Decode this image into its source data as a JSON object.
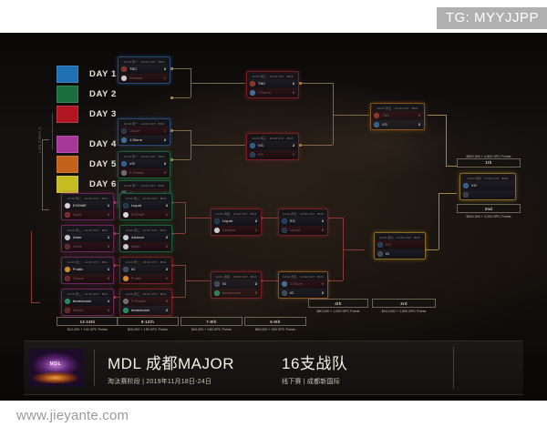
{
  "watermark": {
    "tg_tag": "TG: MYYJJPP",
    "site_url": "www.jieyante.com"
  },
  "legend": {
    "days": [
      {
        "label": "DAY 1",
        "color": "#1f6fb5"
      },
      {
        "label": "DAY 2",
        "color": "#1a6e3c"
      },
      {
        "label": "DAY 3",
        "color": "#b01521"
      },
      {
        "label": "DAY 4",
        "color": "#a8379a"
      },
      {
        "label": "DAY 5",
        "color": "#c4621a"
      },
      {
        "label": "DAY 6",
        "color": "#c5bc22"
      }
    ],
    "group_note": "LAN FINALS"
  },
  "banner": {
    "logo_text": "MDL",
    "title": "MDL 成都MAJOR",
    "subtitle": "淘汰赛阶段  |  2019年11月18日-24日",
    "teams_title": "16支战队",
    "teams_subtitle": "线下赛  |  成都新国际"
  },
  "matches": {
    "ub_r1_m1": {
      "header": "11/18 周一 · 14:00 CST · BO3",
      "teams": [
        {
          "name": "TNC",
          "score": "2",
          "result": "winner"
        },
        {
          "name": "Alliance",
          "score": "1",
          "result": "loser"
        }
      ]
    },
    "ub_r1_m2": {
      "header": "11/18 周一 · 11:00 CST · BO3",
      "teams": [
        {
          "name": "Liquid",
          "score": "1",
          "result": "loser"
        },
        {
          "name": "J.Storm",
          "score": "2",
          "result": "winner"
        }
      ]
    },
    "ub_r1_m3": {
      "header": "11/18 周一 · 14:00 CST · BO3",
      "teams": [
        {
          "name": "VG",
          "score": "2",
          "result": "winner"
        },
        {
          "name": "F-Panda",
          "score": "0",
          "result": "loser"
        }
      ]
    },
    "ub_r1_m4": {
      "header": "11/18 周一 · 11:00 CST · BO3",
      "teams": [
        {
          "name": "IG",
          "score": "0",
          "result": "loser"
        },
        {
          "name": "EG",
          "score": "2",
          "result": "winner"
        }
      ]
    },
    "ub_sf1": {
      "header": "11/20 周三 · 14:00 CST · BO3",
      "teams": [
        {
          "name": "TNC",
          "score": "2",
          "result": "winner"
        },
        {
          "name": "J.Storm",
          "score": "0",
          "result": "loser"
        }
      ]
    },
    "ub_sf2": {
      "header": "11/20 周三 · 18:00 CST · BO3",
      "teams": [
        {
          "name": "VG",
          "score": "2",
          "result": "winner"
        },
        {
          "name": "EG",
          "score": "1",
          "result": "loser"
        }
      ]
    },
    "ub_final": {
      "header": "11/22 周五 · 14:00 CST · BO3",
      "teams": [
        {
          "name": "TNC",
          "score": "0",
          "result": "loser"
        },
        {
          "name": "VG",
          "score": "2",
          "result": "winner"
        }
      ]
    },
    "grand_final": {
      "header": "11/24 周日 · 17:00 CST · BO5",
      "teams": [
        {
          "name": "VG",
          "score": "",
          "result": "winner"
        },
        {
          "name": "",
          "score": "",
          "result": "loser"
        }
      ]
    },
    "lb_r1_m1": {
      "header": "11/19 周二 · 11:00 CST · BO1",
      "teams": [
        {
          "name": "EHOME",
          "score": "1",
          "result": "winner"
        },
        {
          "name": "Spirit",
          "score": "0",
          "result": "loser"
        }
      ]
    },
    "lb_r1_m2": {
      "header": "11/19 周二 · 14:30 CST · BO1",
      "teams": [
        {
          "name": "Aster",
          "score": "1",
          "result": "winner"
        },
        {
          "name": "Geek",
          "score": "0",
          "result": "loser"
        }
      ]
    },
    "lb_r1_m3": {
      "header": "11/19 周二 · 11:00 CST · BO1",
      "teams": [
        {
          "name": "Fnatic",
          "score": "1",
          "result": "winner"
        },
        {
          "name": "Chaos",
          "score": "0",
          "result": "loser"
        }
      ]
    },
    "lb_r1_m4": {
      "header": "11/19 周二 · 14:30 CST · BO1",
      "teams": [
        {
          "name": "beastcoast",
          "score": "1",
          "result": "winner"
        },
        {
          "name": "Adroit",
          "score": "0",
          "result": "loser"
        }
      ]
    },
    "lb_r2_m1": {
      "header": "11/19 周二 · 17:00 CST · BO3",
      "teams": [
        {
          "name": "Liquid",
          "score": "2",
          "result": "winner"
        },
        {
          "name": "EHOME",
          "score": "1",
          "result": "loser"
        }
      ]
    },
    "lb_r2_m2": {
      "header": "11/20 周三 · 11:00 CST · BO3",
      "teams": [
        {
          "name": "Alliance",
          "score": "2",
          "result": "winner"
        },
        {
          "name": "Aster",
          "score": "1",
          "result": "loser"
        }
      ]
    },
    "lb_r2_m3": {
      "header": "11/19 周二 · 18:00 CST · BO3",
      "teams": [
        {
          "name": "IG",
          "score": "2",
          "result": "winner"
        },
        {
          "name": "Fnatic",
          "score": "1",
          "result": "loser"
        }
      ]
    },
    "lb_r2_m4": {
      "header": "11/20 周三 · 15:00 CST · BO3",
      "teams": [
        {
          "name": "F-Panda",
          "score": "0",
          "result": "loser"
        },
        {
          "name": "beastcoast",
          "score": "2",
          "result": "winner"
        }
      ]
    },
    "lb_r3_m1": {
      "header": "11/21 周四 · 11:00 CST · BO3",
      "teams": [
        {
          "name": "Liquid",
          "score": "2",
          "result": "winner"
        },
        {
          "name": "Alliance",
          "score": "1",
          "result": "loser"
        }
      ]
    },
    "lb_r3_m2": {
      "header": "11/21 周四 · 15:00 CST · BO3",
      "teams": [
        {
          "name": "IG",
          "score": "2",
          "result": "winner"
        },
        {
          "name": "beastcoast",
          "score": "0",
          "result": "loser"
        }
      ]
    },
    "lb_r4": {
      "header": "11/22 周五 · 18:00 CST · BO3",
      "teams": [
        {
          "name": "EG",
          "score": "2",
          "result": "winner"
        },
        {
          "name": "Liquid",
          "score": "0",
          "result": "loser"
        }
      ]
    },
    "lb_r5": {
      "header": "11/22 周五 · 14:00 CST · BO3",
      "teams": [
        {
          "name": "J.Storm",
          "score": "0",
          "result": "loser"
        },
        {
          "name": "IG",
          "score": "2",
          "result": "winner"
        }
      ]
    },
    "lb_final": {
      "header": "11/23 周六 · 14:00 CST · BO3",
      "teams": [
        {
          "name": "EG",
          "score": "",
          "result": "loser"
        },
        {
          "name": "IG",
          "score": "",
          "result": "winner"
        }
      ]
    }
  },
  "placements": [
    {
      "rank": "13-16th",
      "prize": "$12,000 + 100 DPC Points"
    },
    {
      "rank": "9-12th",
      "prize": "$25,000 + 150 DPC Points"
    },
    {
      "rank": "7-8th",
      "prize": "$40,000 + 450 DPC Points"
    },
    {
      "rank": "5-6th",
      "prize": "$60,000 + 900 DPC Points"
    },
    {
      "rank": "4th",
      "prize": "$80,000 + 1,200 DPC Points"
    },
    {
      "rank": "3rd",
      "prize": "$110,000 + 1,500 DPC Points"
    },
    {
      "rank": "1th",
      "prize": "$300,000 + 4,850 DPC Points"
    },
    {
      "rank": "2nd",
      "prize": "$160,000 + 3,000 DPC Points"
    }
  ]
}
